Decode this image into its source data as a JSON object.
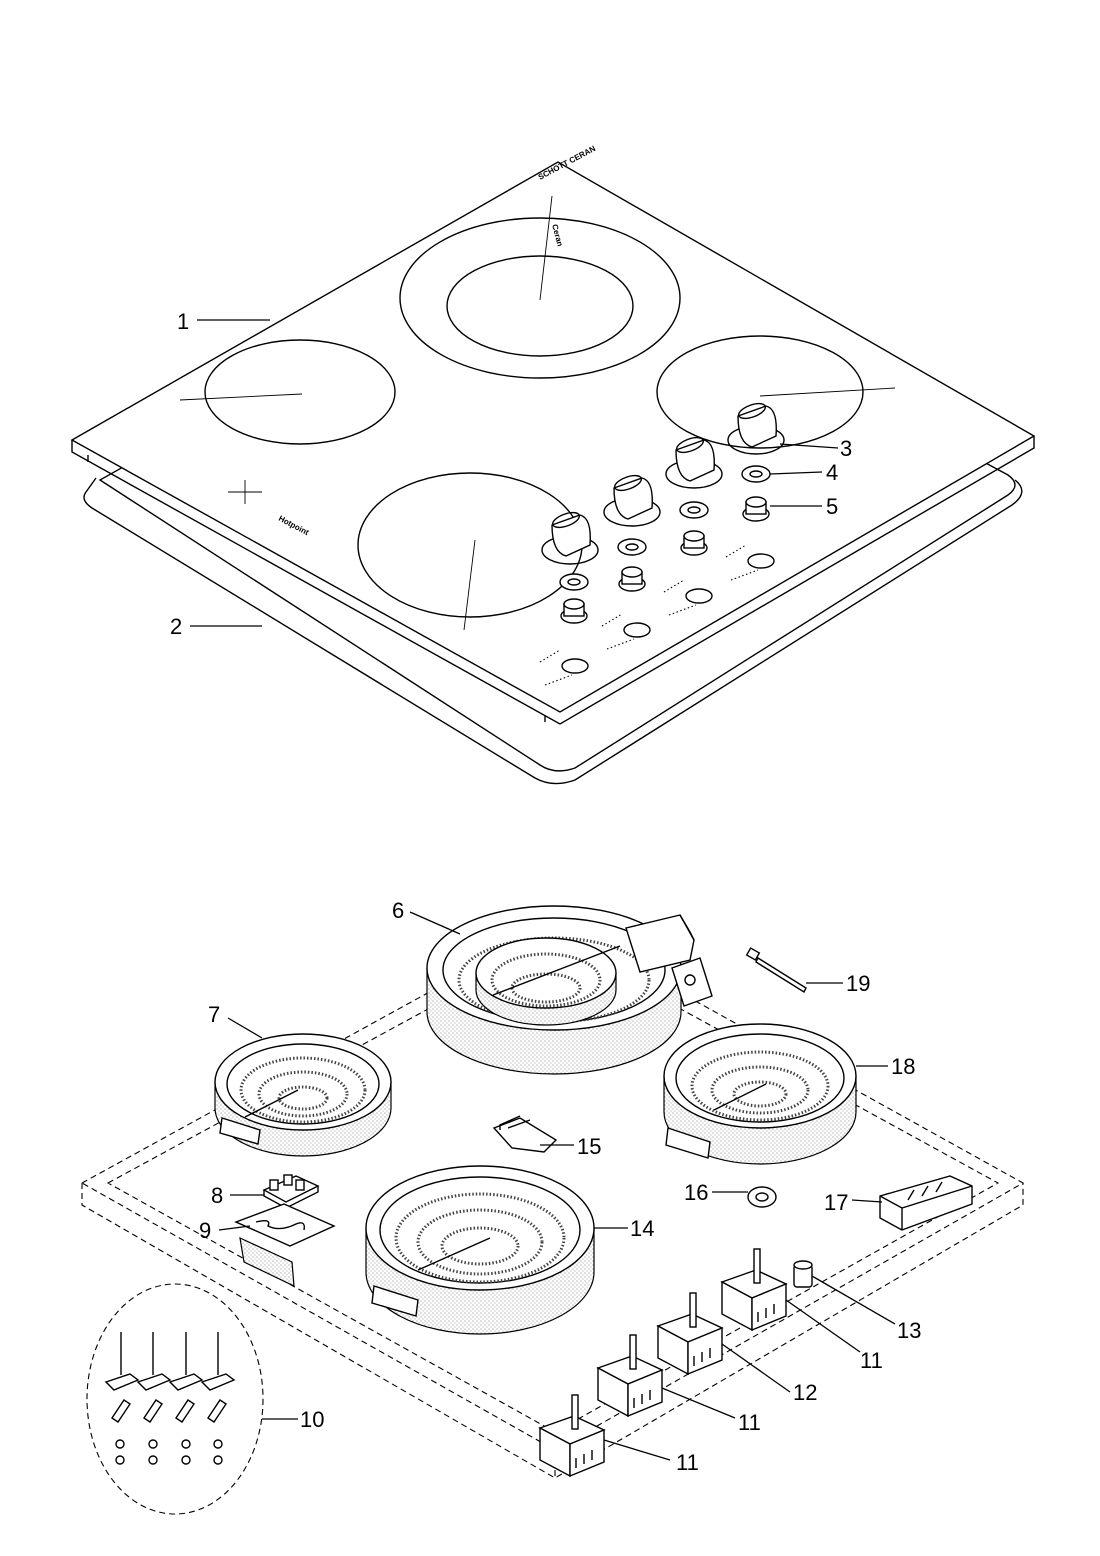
{
  "callouts": [
    {
      "id": "1",
      "label": "1"
    },
    {
      "id": "2",
      "label": "2"
    },
    {
      "id": "3",
      "label": "3"
    },
    {
      "id": "4",
      "label": "4"
    },
    {
      "id": "5",
      "label": "5"
    },
    {
      "id": "6",
      "label": "6"
    },
    {
      "id": "7",
      "label": "7"
    },
    {
      "id": "8",
      "label": "8"
    },
    {
      "id": "9",
      "label": "9"
    },
    {
      "id": "10",
      "label": "10"
    },
    {
      "id": "11a",
      "label": "11"
    },
    {
      "id": "11b",
      "label": "11"
    },
    {
      "id": "11c",
      "label": "11"
    },
    {
      "id": "12",
      "label": "12"
    },
    {
      "id": "13",
      "label": "13"
    },
    {
      "id": "14",
      "label": "14"
    },
    {
      "id": "15",
      "label": "15"
    },
    {
      "id": "16",
      "label": "16"
    },
    {
      "id": "17",
      "label": "17"
    },
    {
      "id": "18",
      "label": "18"
    },
    {
      "id": "19",
      "label": "19"
    }
  ],
  "brand_logo": "Hotpoint",
  "glass_mark": "SCHOTT CERAN",
  "glass_zone_mark": "Ceran"
}
